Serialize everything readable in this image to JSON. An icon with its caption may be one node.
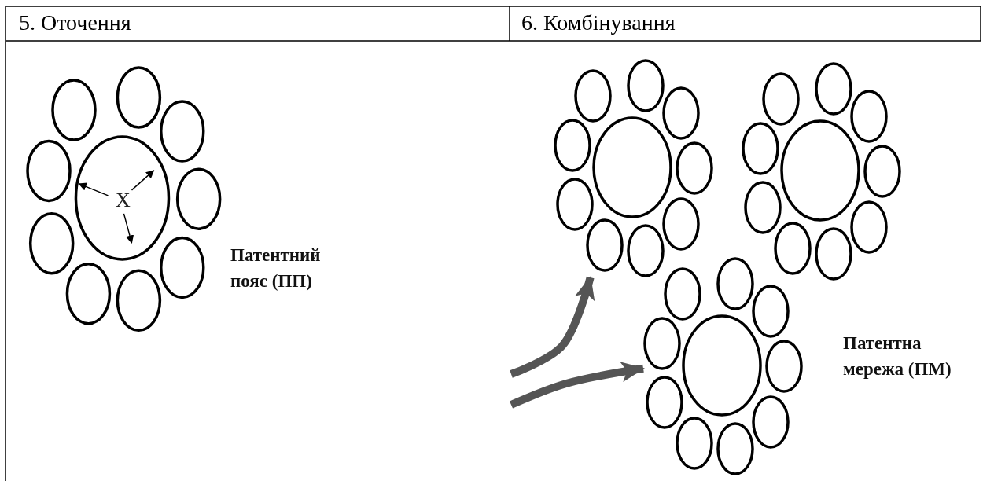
{
  "diagram": {
    "nodes": [
      {
        "text": [
          "X"
        ],
        "beside": [
          "Патентний пояс (ПП)"
        ]
      },
      {
        "text": [],
        "shape": "circle"
      },
      {
        "text": [],
        "shape": "circle"
      },
      {
        "text": [],
        "shape": "circle",
        "beside": [
          "Патентна мережа (ПМ)"
        ]
      }
    ],
    "edges": [
      {
        "from": null,
        "to": 1,
        "arrow": "to"
      },
      {
        "from": null,
        "to": 3,
        "arrow": "to"
      }
    ],
    "labels": [
      "5. Оточення",
      "6. Комбінування"
    ]
  }
}
